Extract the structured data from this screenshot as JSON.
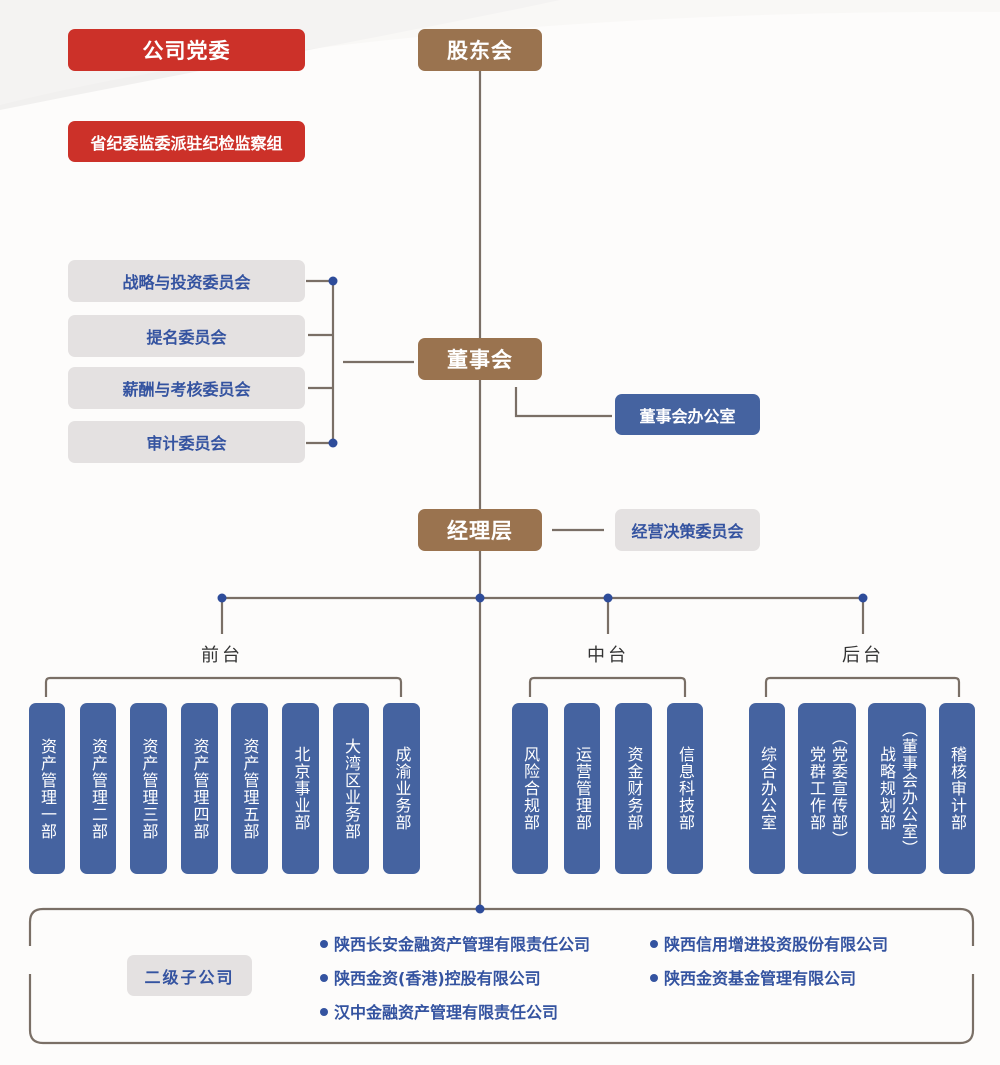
{
  "colors": {
    "party_red": "#cc3129",
    "governance_brown": "#9a734f",
    "department_blue": "#4563a0",
    "committee_grey": "#e4e1e1",
    "connector": "#7a6f66",
    "dot_blue": "#2e4c9a"
  },
  "party": {
    "committee": "公司党委",
    "inspection_group": "省纪委监委派驻纪检监察组"
  },
  "governance": {
    "shareholders": "股东会",
    "board": "董事会",
    "board_office": "董事会办公室",
    "management": "经理层",
    "management_committee": "经营决策委员会"
  },
  "board_committees": [
    "战略与投资委员会",
    "提名委员会",
    "薪酬与考核委员会",
    "审计委员会"
  ],
  "tiers": {
    "front": {
      "label": "前台",
      "departments": [
        [
          "资产管理一部"
        ],
        [
          "资产管理二部"
        ],
        [
          "资产管理三部"
        ],
        [
          "资产管理四部"
        ],
        [
          "资产管理五部"
        ],
        [
          "北京事业部"
        ],
        [
          "大湾区业务部"
        ],
        [
          "成渝业务部"
        ]
      ]
    },
    "middle": {
      "label": "中台",
      "departments": [
        [
          "风险合规部"
        ],
        [
          "运营管理部"
        ],
        [
          "资金财务部"
        ],
        [
          "信息科技部"
        ]
      ]
    },
    "back": {
      "label": "后台",
      "departments": [
        [
          "综合办公室"
        ],
        [
          "党群工作部",
          "︵党委宣传部︶"
        ],
        [
          "战略规划部",
          "︵董事会办公室︶"
        ],
        [
          "稽核审计部"
        ]
      ]
    }
  },
  "subsidiaries": {
    "label": "二级子公司",
    "companies": [
      "陕西长安金融资产管理有限责任公司",
      "陕西金资(香港)控股有限公司",
      "汉中金融资产管理有限责任公司",
      "陕西信用增进投资股份有限公司",
      "陕西金资基金管理有限公司"
    ]
  }
}
